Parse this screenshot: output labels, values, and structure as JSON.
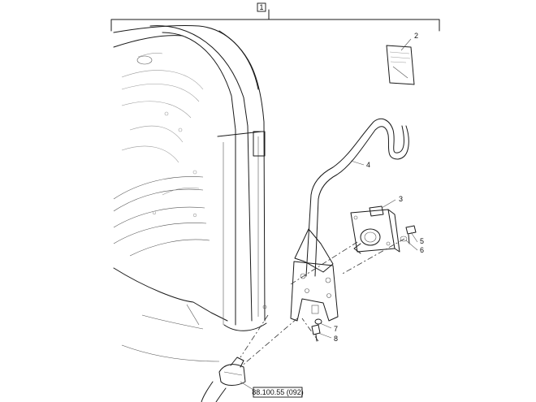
{
  "assembly_label": "1",
  "callouts": {
    "c2": "2",
    "c3": "3",
    "c4": "4",
    "c5": "5",
    "c6": "6",
    "c7": "7",
    "c8": "8"
  },
  "reference_label": "88.100.55 (092)"
}
